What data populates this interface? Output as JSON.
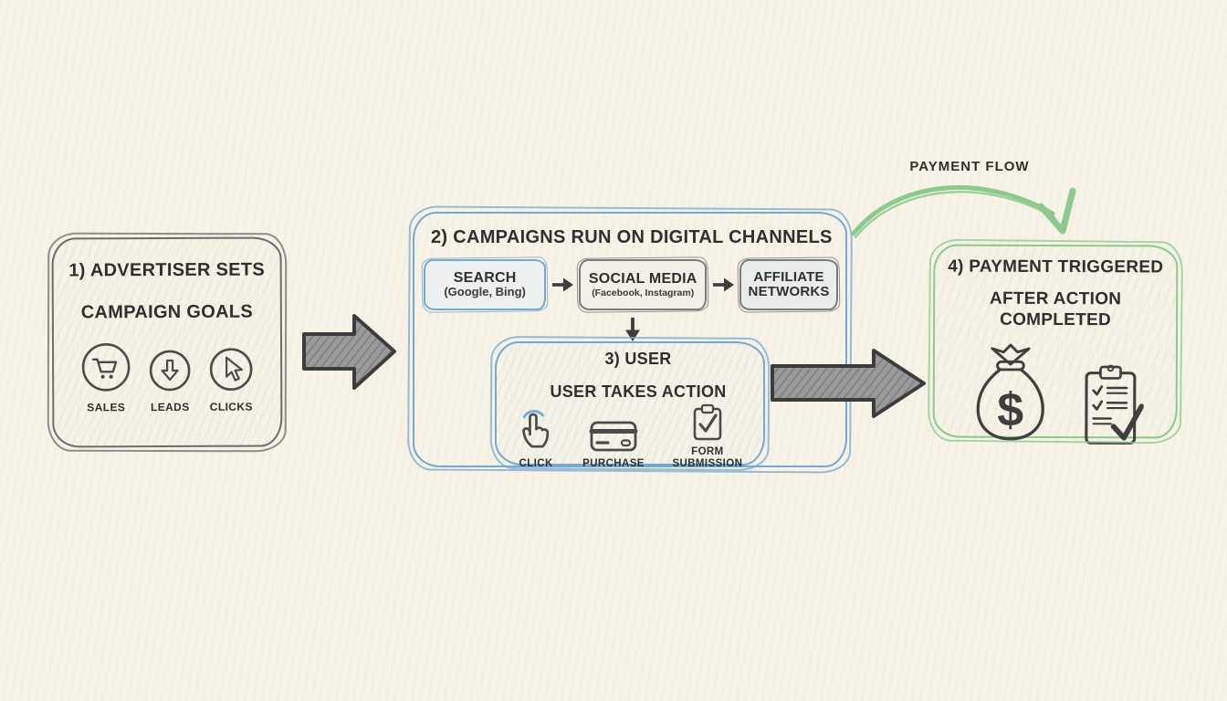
{
  "colors": {
    "paper": "#f7f3e7",
    "ink": "#2f2f2f",
    "pencil": "#4b4b4b",
    "blue_accent": "#74a9d2",
    "green_accent": "#8cc98d",
    "arrow_gray": "#9a9a9a"
  },
  "payment_flow": {
    "label": "PAYMENT FLOW",
    "icon": "curved-arrow-icon"
  },
  "step1": {
    "title_line1": "1) ADVERTISER SETS",
    "title_line2": "CAMPAIGN GOALS",
    "goals": [
      {
        "label": "SALES",
        "icon": "shopping-cart-icon"
      },
      {
        "label": "LEADS",
        "icon": "download-arrow-icon"
      },
      {
        "label": "CLICKS",
        "icon": "cursor-icon"
      }
    ]
  },
  "step2": {
    "title": "2) CAMPAIGNS RUN ON DIGITAL CHANNELS",
    "channels": [
      {
        "name": "SEARCH",
        "detail": "(Google, Bing)"
      },
      {
        "name": "SOCIAL MEDIA",
        "detail": "(Facebook, Instagram)"
      },
      {
        "name": "AFFILIATE NETWORKS",
        "detail": ""
      }
    ]
  },
  "step3": {
    "title_line1": "3) USER",
    "title_line2": "USER TAKES ACTION",
    "actions": [
      {
        "label": "CLICK",
        "icon": "tap-hand-icon"
      },
      {
        "label": "PURCHASE",
        "icon": "credit-card-icon"
      },
      {
        "label": "FORM SUBMISSION",
        "icon": "clipboard-check-icon"
      }
    ]
  },
  "step4": {
    "title_line1": "4) PAYMENT TRIGGERED",
    "title_line2": "AFTER ACTION COMPLETED",
    "icons": [
      "money-bag-icon",
      "checklist-icon"
    ]
  }
}
